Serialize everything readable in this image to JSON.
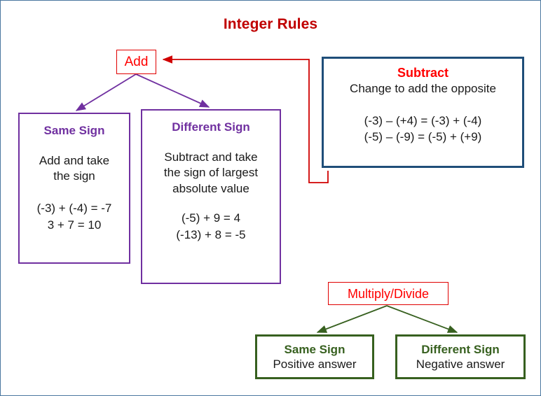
{
  "page": {
    "title": "Integer Rules",
    "border_color": "#4a77a0"
  },
  "colors": {
    "title": "#c00000",
    "red": "#ff0000",
    "purple": "#7030a0",
    "navy": "#1f4e79",
    "green": "#37601f",
    "text": "#1a1a1a"
  },
  "add_branch": {
    "root_label": "Add",
    "children": [
      {
        "heading": "Same Sign",
        "rule_line1": "Add and take",
        "rule_line2": "the sign",
        "examples": [
          "(-3) + (-4) = -7",
          "3 + 7 = 10"
        ]
      },
      {
        "heading": "Different Sign",
        "rule_line1": "Subtract and take",
        "rule_line2": "the sign of largest",
        "rule_line3": "absolute value",
        "examples": [
          "(-5) + 9 = 4",
          "(-13) + 8 = -5"
        ]
      }
    ]
  },
  "subtract_box": {
    "heading": "Subtract",
    "rule": "Change to add the opposite",
    "examples": [
      "(-3) – (+4) = (-3) + (-4)",
      "(-5) – (-9) = (-5) + (+9)"
    ]
  },
  "multiply_divide_branch": {
    "root_label": "Multiply/Divide",
    "children": [
      {
        "heading": "Same Sign",
        "result": "Positive answer"
      },
      {
        "heading": "Different Sign",
        "result": "Negative answer"
      }
    ]
  }
}
